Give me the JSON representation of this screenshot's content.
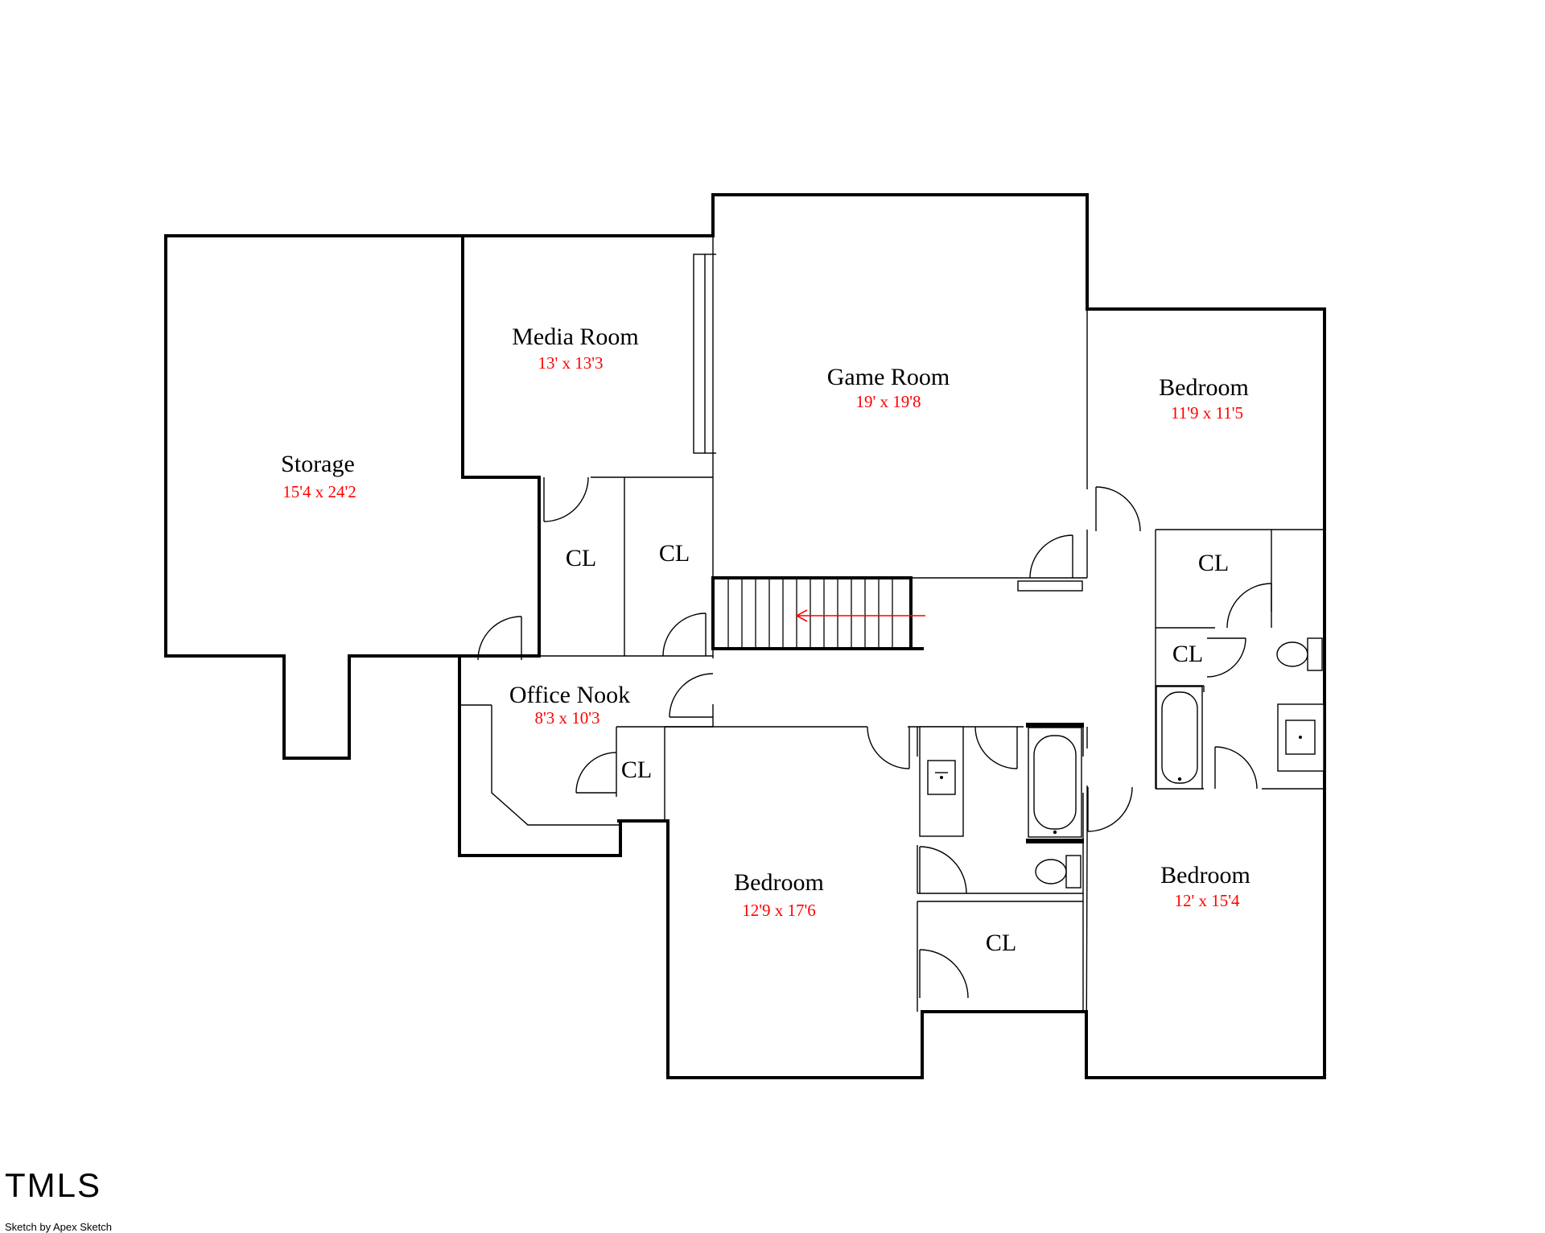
{
  "rooms": {
    "storage": {
      "name": "Storage",
      "dims": "15'4 x 24'2"
    },
    "media_room": {
      "name": "Media Room",
      "dims": "13' x 13'3"
    },
    "game_room": {
      "name": "Game Room",
      "dims": "19' x 19'8"
    },
    "bedroom_ne": {
      "name": "Bedroom",
      "dims": "11'9 x 11'5"
    },
    "office_nook": {
      "name": "Office Nook",
      "dims": "8'3 x 10'3"
    },
    "bedroom_s": {
      "name": "Bedroom",
      "dims": "12'9 x 17'6"
    },
    "bedroom_se": {
      "name": "Bedroom",
      "dims": "12' x 15'4"
    }
  },
  "closets": {
    "cl1": "CL",
    "cl2": "CL",
    "cl3": "CL",
    "cl4": "CL",
    "cl5": "CL",
    "cl6": "CL"
  },
  "footer": {
    "logo": "TMLS",
    "credit": "Sketch by Apex Sketch"
  },
  "colors": {
    "walls": "#000000",
    "dimensions": "#ff0000",
    "arrow": "#ff0000"
  }
}
